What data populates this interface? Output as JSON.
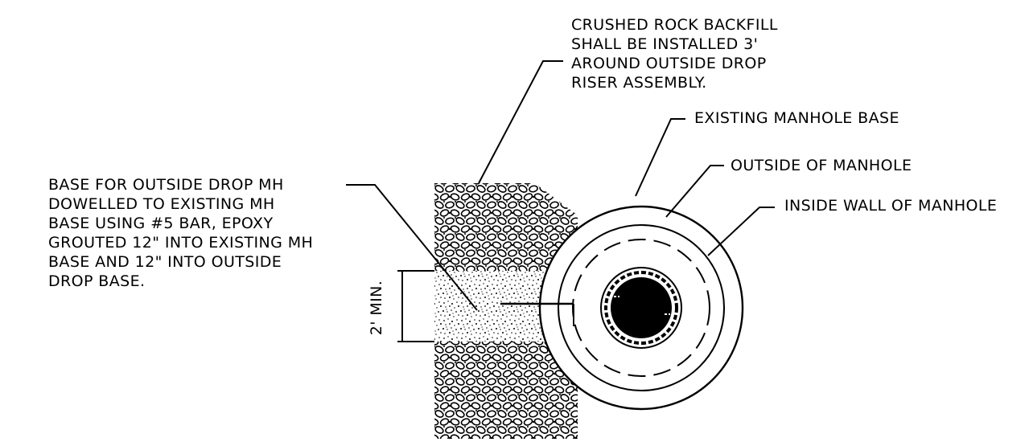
{
  "colors": {
    "ink": "#000000",
    "paper": "#ffffff"
  },
  "notes": {
    "backfill": [
      "CRUSHED ROCK BACKFILL",
      "SHALL BE INSTALLED 3'",
      "AROUND OUTSIDE DROP",
      "RISER ASSEMBLY."
    ],
    "existing_manhole_base": "EXISTING MANHOLE BASE",
    "outside_of_manhole": "OUTSIDE OF MANHOLE",
    "inside_wall_of_manhole": "INSIDE WALL OF MANHOLE",
    "base_for_outside_drop": [
      "BASE FOR OUTSIDE DROP MH",
      "DOWELLED TO EXISTING MH",
      "BASE USING #5 BAR, EPOXY",
      "GROUTED 12\" INTO EXISTING MH",
      "BASE AND 12\" INTO OUTSIDE",
      "DROP BASE."
    ]
  },
  "dimension": {
    "label": "2' MIN."
  },
  "icons": {
    "manhole": "manhole-cover-icon"
  }
}
